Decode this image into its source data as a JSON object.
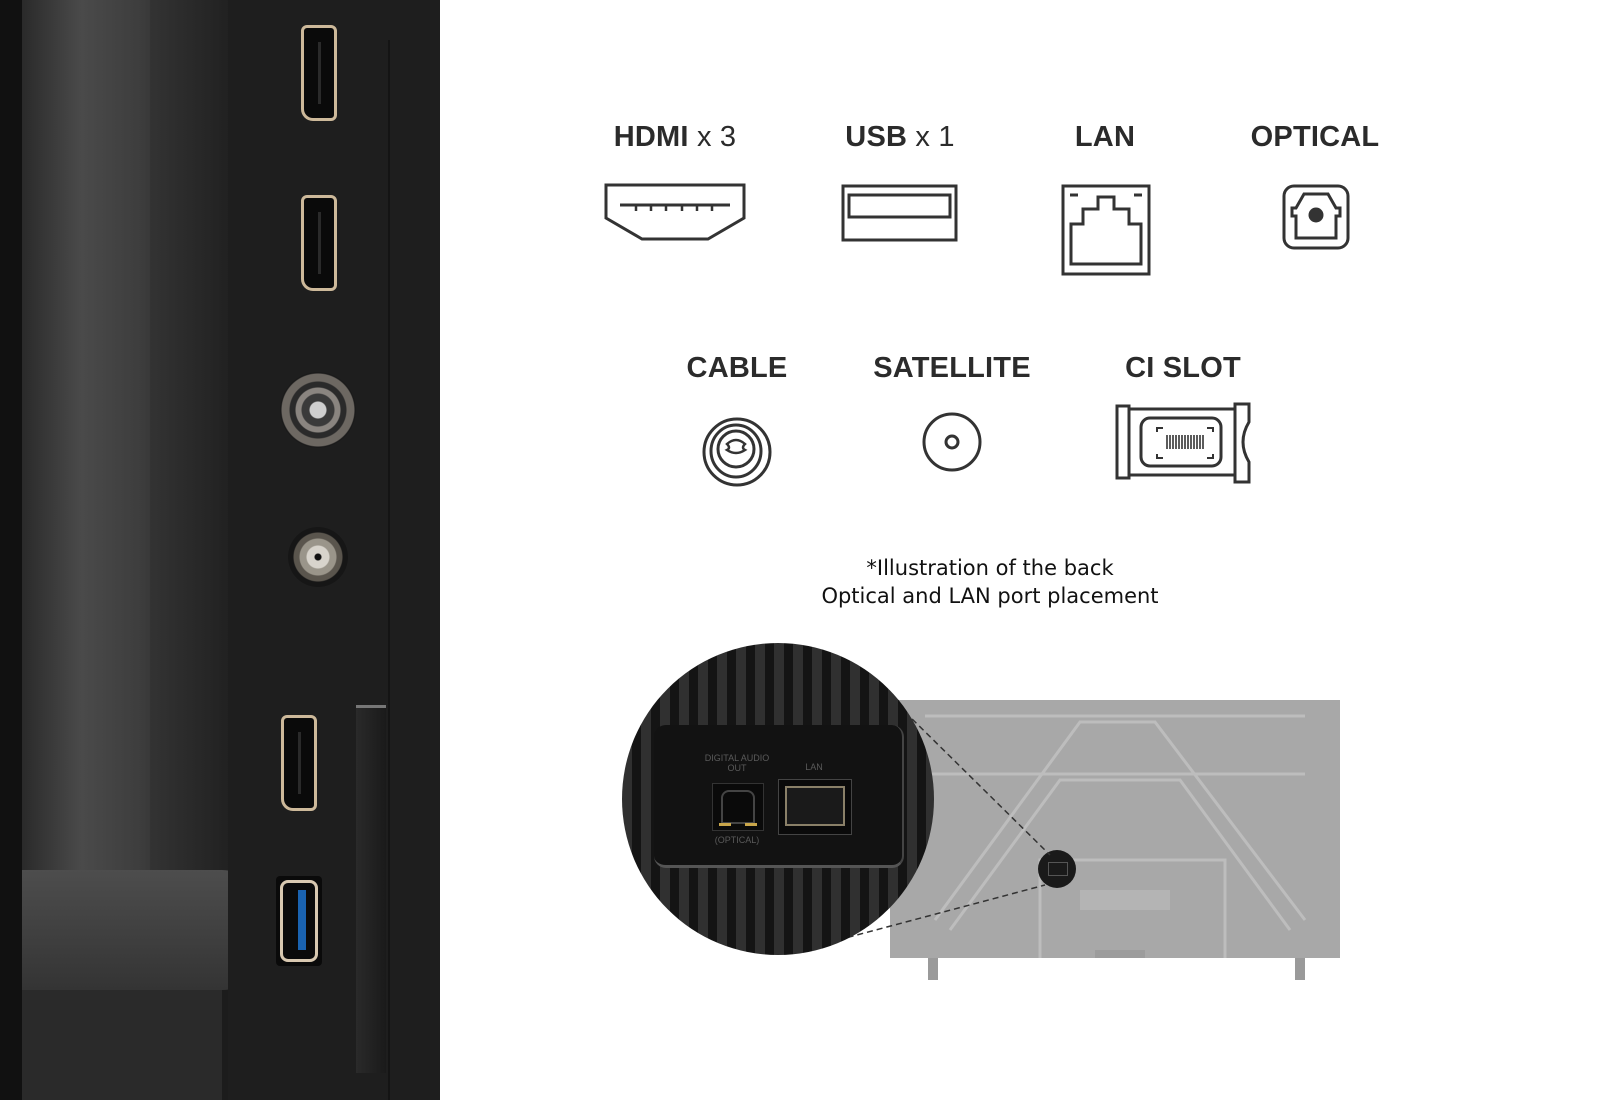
{
  "ports_top_row": [
    {
      "name": "HDMI",
      "multiplier": "x 3",
      "icon": "hdmi-port-icon"
    },
    {
      "name": "USB",
      "multiplier": "x 1",
      "icon": "usb-port-icon"
    },
    {
      "name": "LAN",
      "multiplier": "",
      "icon": "lan-port-icon"
    },
    {
      "name": "OPTICAL",
      "multiplier": "",
      "icon": "optical-port-icon"
    }
  ],
  "ports_bottom_row": [
    {
      "name": "CABLE",
      "icon": "cable-port-icon"
    },
    {
      "name": "SATELLITE",
      "icon": "satellite-port-icon"
    },
    {
      "name": "CI SLOT",
      "icon": "ci-slot-icon"
    }
  ],
  "caption": {
    "line1": "*Illustration of the back",
    "line2": "Optical and LAN port placement"
  },
  "detail_callout": {
    "optical_label_top": "DIGITAL AUDIO OUT",
    "optical_label_bottom": "(OPTICAL)",
    "lan_label": "LAN"
  },
  "colors": {
    "label_text": "#2b2b2b",
    "icon_stroke": "#333333",
    "hdmi_trim": "#cdb99a",
    "usb3_blue": "#1a63b0",
    "tv_back_gray": "#a8a8a8"
  }
}
